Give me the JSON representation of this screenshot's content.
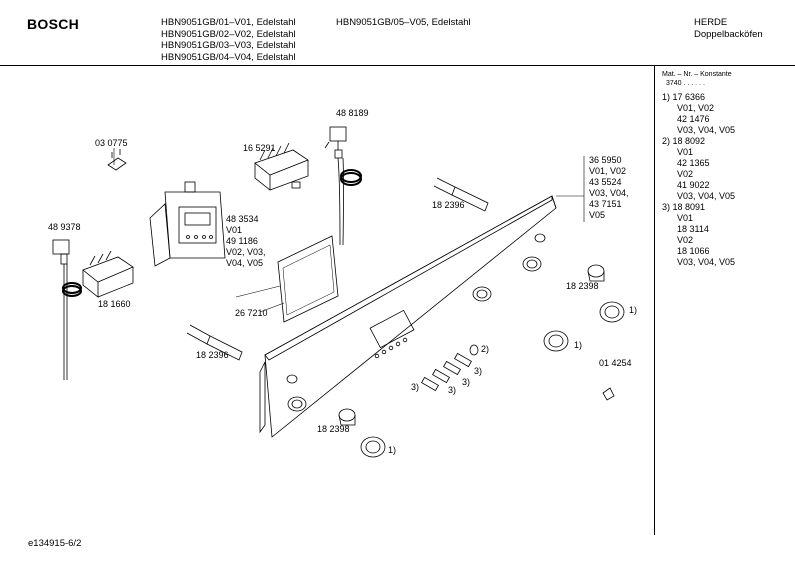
{
  "header": {
    "brand": "BOSCH",
    "models_col1": [
      "HBN9051GB/01–V01, Edelstahl",
      "HBN9051GB/02–V02, Edelstahl",
      "HBN9051GB/03–V03, Edelstahl",
      "HBN9051GB/04–V04, Edelstahl"
    ],
    "models_col2": [
      "HBN9051GB/05–V05, Edelstahl"
    ],
    "category": "HERDE",
    "subcategory": "Doppelbacköfen"
  },
  "sidebar": {
    "heading": "Mat. – Nr. – Konstante",
    "heading_sub": "3740 . . . . . .",
    "lines": [
      "1) 17 6366",
      "V01, V02",
      "42 1476",
      "V03, V04, V05",
      "2) 18 8092",
      "V01",
      "42 1365",
      "V02",
      "41 9022",
      "V03, V04, V05",
      "3) 18 8091",
      "V01",
      "18 3114",
      "V02",
      "18 1066",
      "V03, V04, V05"
    ]
  },
  "labels": {
    "p030775": "03 0775",
    "p165291": "16 5291",
    "p488189": "48 8189",
    "p489378": "48 9378",
    "p181660": "18 1660",
    "p483534": [
      "48 3534",
      "V01",
      "49 1186",
      "V02, V03,",
      "V04, V05"
    ],
    "p267210": "26 7210",
    "p182396a": "18 2396",
    "p182396b": "18 2396",
    "p365950": [
      "36 5950",
      "V01, V02",
      "43 5524",
      "V03, V04,",
      "43 7151",
      "V05"
    ],
    "p182398a": "18 2398",
    "p182398b": "18 2398",
    "p014254": "01 4254",
    "ref1a": "1)",
    "ref1b": "1)",
    "ref1c": "1)",
    "ref2": "2)",
    "ref3a": "3)",
    "ref3b": "3)",
    "ref3c": "3)",
    "ref3d": "3)"
  },
  "footer": {
    "code": "e134915-6/2"
  }
}
